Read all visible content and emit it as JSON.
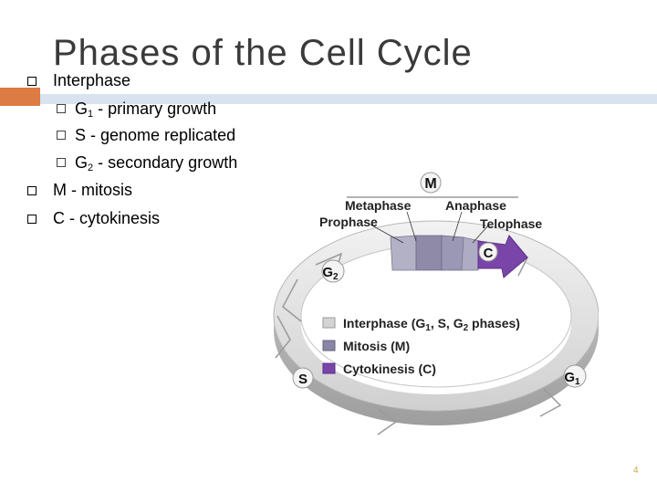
{
  "slide": {
    "title": "Phases of the Cell Cycle",
    "page_number": "4"
  },
  "bullets": {
    "interphase": "Interphase",
    "g1_letter": "G",
    "g1_sub": "1",
    "g1_text": " - primary growth",
    "s_text": "S - genome replicated",
    "g2_letter": "G",
    "g2_sub": "2",
    "g2_text": " - secondary growth",
    "m_text": "M - mitosis",
    "c_text": "C - cytokinesis"
  },
  "diagram": {
    "m_label": "M",
    "c_label": "C",
    "g1_letter": "G",
    "g1_sub": "1",
    "g2_letter": "G",
    "g2_sub": "2",
    "s_label": "S",
    "metaphase": "Metaphase",
    "anaphase": "Anaphase",
    "prophase": "Prophase",
    "telophase": "Telophase",
    "legend_interphase_a": "Interphase (G",
    "legend_interphase_sub1": "1",
    "legend_interphase_b": ", S, G",
    "legend_interphase_sub2": "2",
    "legend_interphase_c": " phases)",
    "legend_mitosis": "Mitosis (M)",
    "legend_cytokinesis": "Cytokinesis (C)",
    "colors": {
      "interphase": "#d4d4d4",
      "mitosis": "#8a87a6",
      "cytokinesis": "#7a45a8"
    }
  },
  "theme": {
    "accent": "#dc7b43",
    "rule": "#d9e3ef"
  }
}
